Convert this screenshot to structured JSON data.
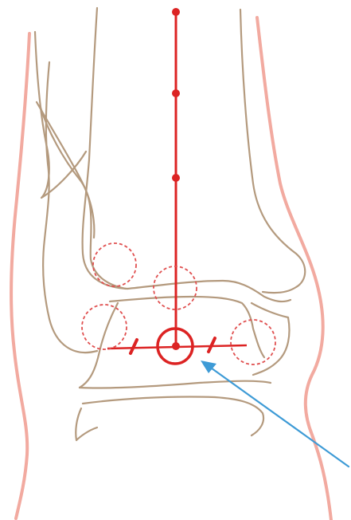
{
  "diagram": {
    "colors": {
      "background": "#ffffff",
      "skin_outline": "#f2aaa0",
      "bone_outline": "#b49a7e",
      "mechanical_axis": "#dc2323",
      "pointer_arrow": "#3e9bd6"
    },
    "axis_points": 4,
    "reference_circles": 5,
    "arrow_target": "center-of-rotation"
  }
}
